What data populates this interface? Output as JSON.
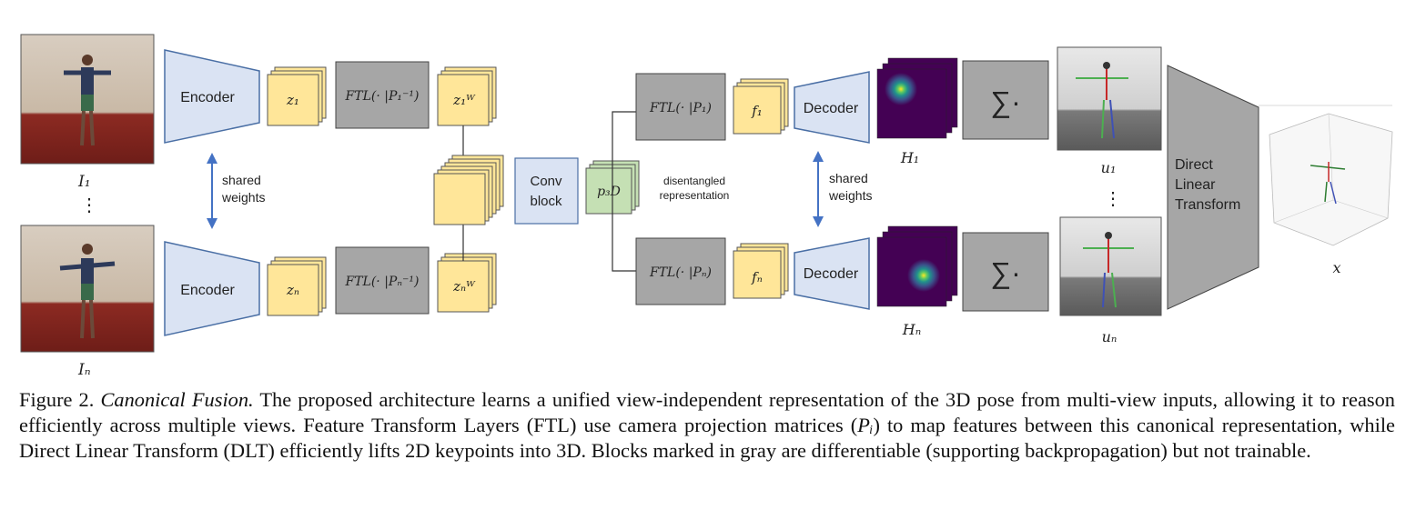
{
  "labels": {
    "encoder": "Encoder",
    "decoder": "Decoder",
    "shared_weights_left": [
      "shared",
      "weights"
    ],
    "shared_weights_right": [
      "shared",
      "weights"
    ],
    "conv_block": [
      "Conv",
      "block"
    ],
    "disentangled": [
      "disentangled",
      "representation"
    ],
    "dlt": [
      "Direct",
      "Linear",
      "Transform"
    ],
    "sum_symbol": "∑·",
    "vdots": "⋮"
  },
  "math": {
    "I1": "I₁",
    "In": "Iₙ",
    "z1": "z₁",
    "zn": "zₙ",
    "z1w": "z₁ᵂ",
    "znw": "zₙᵂ",
    "ftl_inv_1": "FTL(· |P₁⁻¹)",
    "ftl_inv_n": "FTL(· |Pₙ⁻¹)",
    "ftl_1": "FTL(· |P₁)",
    "ftl_n": "FTL(· |Pₙ)",
    "p3d": "p₃D",
    "f1": "f₁",
    "fn": "fₙ",
    "H1": "H₁",
    "Hn": "Hₙ",
    "u1": "u₁",
    "un": "uₙ",
    "x": "x"
  },
  "caption": {
    "prefix": "Figure 2.",
    "title": "Canonical Fusion.",
    "body_1": "The proposed architecture learns a unified view-independent representation of the 3D pose from multi-view inputs, allowing it to reason efficiently across multiple views. Feature Transform Layers (FTL) use camera projection matrices (",
    "pi": "Pᵢ",
    "body_2": ") to map features between this canonical representation, while Direct Linear Transform (DLT) efficiently lifts 2D keypoints into 3D. Blocks marked in gray are differentiable (supporting backpropagation) but not trainable."
  },
  "colors": {
    "encoder_fill": "#dae3f3",
    "encoder_stroke": "#4a6fa5",
    "feature_fill": "#ffe699",
    "feature_stroke": "#555555",
    "gray_block": "#a6a6a6",
    "p3d_fill": "#c5e0b4",
    "arrow": "#4472c4"
  }
}
